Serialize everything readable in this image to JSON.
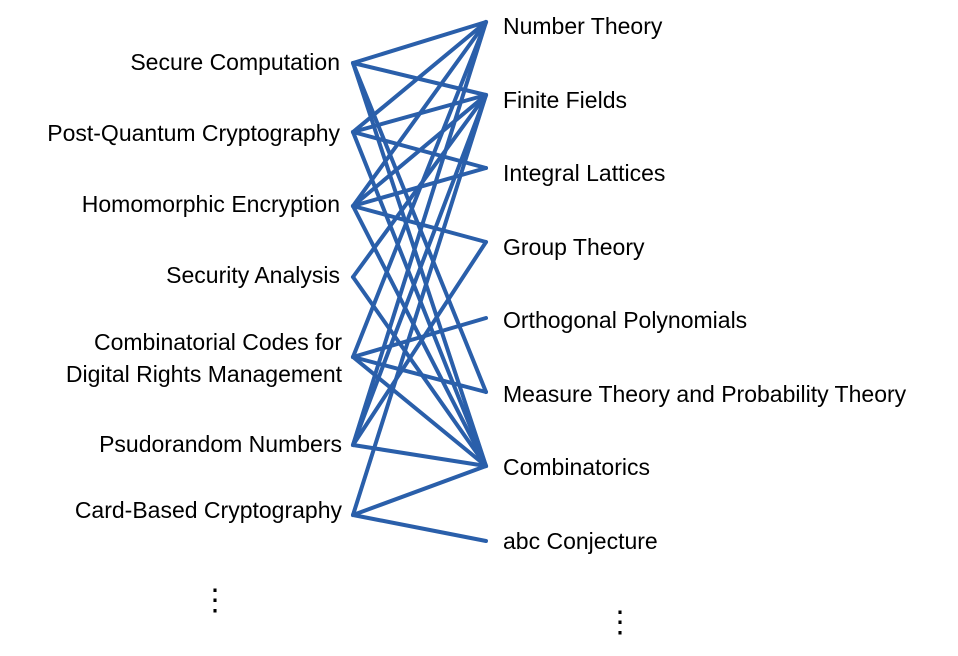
{
  "edge_color": "#2a5faa",
  "left_topics": [
    {
      "id": "secure-computation",
      "label": "Secure Computation"
    },
    {
      "id": "post-quantum",
      "label": "Post-Quantum Cryptography"
    },
    {
      "id": "homomorphic",
      "label": "Homomorphic Encryption"
    },
    {
      "id": "security-analysis",
      "label": "Security Analysis"
    },
    {
      "id": "combinatorial-codes",
      "label_line1": "Combinatorial Codes for",
      "label_line2": "Digital Rights Management"
    },
    {
      "id": "pseudorandom",
      "label": "Psudorandom Numbers"
    },
    {
      "id": "card-based",
      "label": "Card-Based Cryptography"
    }
  ],
  "right_topics": [
    {
      "id": "number-theory",
      "label": "Number Theory"
    },
    {
      "id": "finite-fields",
      "label": "Finite Fields"
    },
    {
      "id": "integral-lattices",
      "label": "Integral Lattices"
    },
    {
      "id": "group-theory",
      "label": "Group Theory"
    },
    {
      "id": "orthogonal-polynomials",
      "label": "Orthogonal Polynomials"
    },
    {
      "id": "measure-probability",
      "label": "Measure Theory and Probability Theory"
    },
    {
      "id": "combinatorics",
      "label": "Combinatorics"
    },
    {
      "id": "abc-conjecture",
      "label": "abc Conjecture"
    }
  ],
  "continuation_left": "⋮",
  "continuation_right": "⋮",
  "links": [
    [
      "secure-computation",
      "number-theory"
    ],
    [
      "secure-computation",
      "finite-fields"
    ],
    [
      "secure-computation",
      "measure-probability"
    ],
    [
      "secure-computation",
      "combinatorics"
    ],
    [
      "post-quantum",
      "number-theory"
    ],
    [
      "post-quantum",
      "finite-fields"
    ],
    [
      "post-quantum",
      "integral-lattices"
    ],
    [
      "post-quantum",
      "combinatorics"
    ],
    [
      "homomorphic",
      "number-theory"
    ],
    [
      "homomorphic",
      "finite-fields"
    ],
    [
      "homomorphic",
      "integral-lattices"
    ],
    [
      "homomorphic",
      "group-theory"
    ],
    [
      "homomorphic",
      "combinatorics"
    ],
    [
      "security-analysis",
      "finite-fields"
    ],
    [
      "security-analysis",
      "combinatorics"
    ],
    [
      "combinatorial-codes",
      "number-theory"
    ],
    [
      "combinatorial-codes",
      "orthogonal-polynomials"
    ],
    [
      "combinatorial-codes",
      "measure-probability"
    ],
    [
      "combinatorial-codes",
      "combinatorics"
    ],
    [
      "pseudorandom",
      "number-theory"
    ],
    [
      "pseudorandom",
      "finite-fields"
    ],
    [
      "pseudorandom",
      "group-theory"
    ],
    [
      "pseudorandom",
      "combinatorics"
    ],
    [
      "card-based",
      "finite-fields"
    ],
    [
      "card-based",
      "combinatorics"
    ],
    [
      "card-based",
      "abc-conjecture"
    ]
  ]
}
